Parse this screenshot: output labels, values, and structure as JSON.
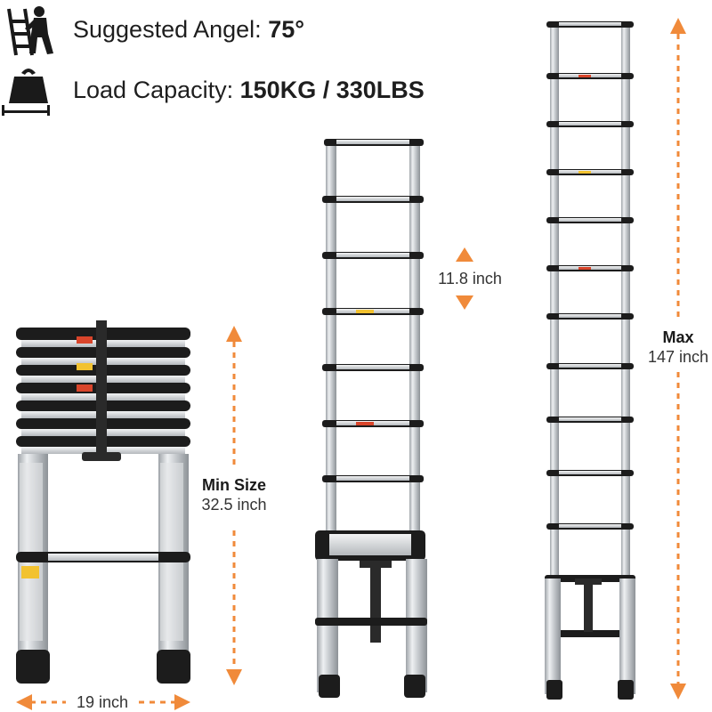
{
  "specs": {
    "angle_label": "Suggested Angel:",
    "angle_value": "75°",
    "load_label": "Load Capacity:",
    "load_value": "150KG / 330LBS"
  },
  "dimensions": {
    "width": "19 inch",
    "min_title": "Min Size",
    "min_value": "32.5 inch",
    "rung_spacing": "11.8 inch",
    "max_title": "Max",
    "max_value": "147 inch"
  },
  "colors": {
    "accent": "#f08a3a",
    "icon": "#1a1a1a",
    "cap": "#1c1c1c",
    "metal": "#c9ccd0"
  },
  "icons": {
    "climber": "person-climbing-ladder-icon",
    "weight": "weight-kettlebell-icon"
  }
}
